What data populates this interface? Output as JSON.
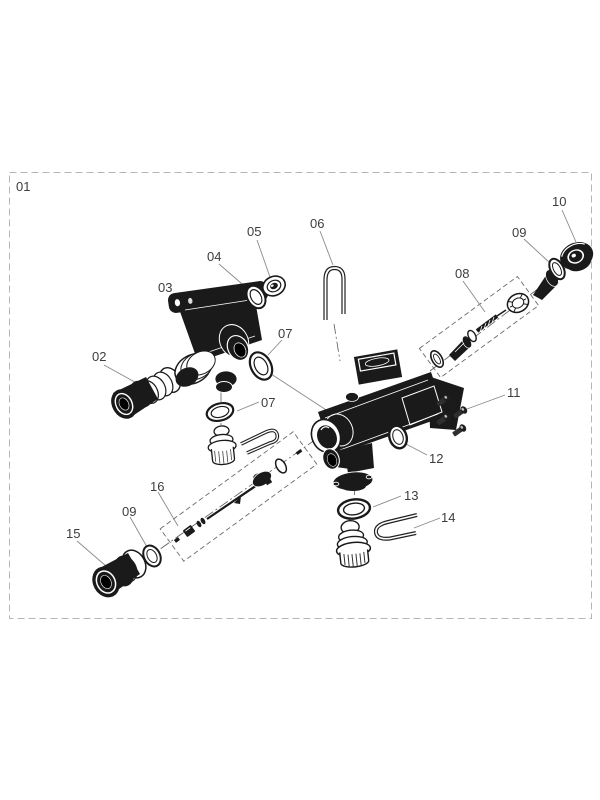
{
  "diagram": {
    "type": "exploded-parts-diagram",
    "frame_label": "01",
    "callouts": {
      "c01": "01",
      "c02": "02",
      "c03": "03",
      "c04": "04",
      "c05": "05",
      "c06": "06",
      "c07": "07",
      "c08": "08",
      "c09": "09",
      "c10": "10",
      "c11": "11",
      "c12": "12",
      "c13": "13",
      "c14": "14",
      "c15": "15",
      "c16": "16"
    },
    "colors": {
      "ink": "#1a1a1a",
      "leader_line": "#8a8a8a",
      "frame_dash": "#b5b5b5",
      "label_text": "#3d3d3d",
      "background": "#ffffff"
    },
    "parts": [
      {
        "callout": "01",
        "depiction": "dashed-boundary-complete-assembly"
      },
      {
        "callout": "02",
        "depiction": "threaded-fitting"
      },
      {
        "callout": "03",
        "depiction": "upper-valve-manifold"
      },
      {
        "callout": "04",
        "depiction": "seal-ring"
      },
      {
        "callout": "05",
        "depiction": "cap-nut"
      },
      {
        "callout": "06",
        "depiction": "u-retaining-clip"
      },
      {
        "callout": "07",
        "depiction": "o-ring-seal-two-places"
      },
      {
        "callout": "08",
        "depiction": "cartridge-kit-dashed-box"
      },
      {
        "callout": "09",
        "depiction": "o-ring-seal-two-places"
      },
      {
        "callout": "10",
        "depiction": "end-cap"
      },
      {
        "callout": "11",
        "depiction": "screws-4x"
      },
      {
        "callout": "12",
        "depiction": "o-ring-seal"
      },
      {
        "callout": "13",
        "depiction": "flat-gasket-ring"
      },
      {
        "callout": "14",
        "depiction": "u-retaining-clip"
      },
      {
        "callout": "15",
        "depiction": "threaded-fitting"
      },
      {
        "callout": "16",
        "depiction": "spindle-insert-kit-dashed-box"
      }
    ]
  }
}
